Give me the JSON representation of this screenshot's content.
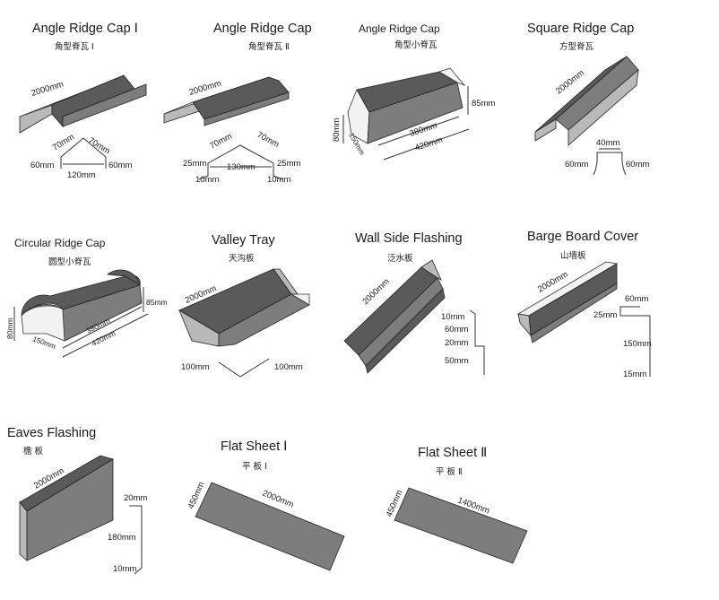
{
  "products": [
    {
      "id": "angle-ridge-cap-1",
      "title": "Angle Ridge Cap Ⅰ",
      "subtitle": "角型脊瓦 Ⅰ",
      "dims": [
        "2000mm",
        "70mm",
        "70mm",
        "60mm",
        "60mm",
        "120mm"
      ]
    },
    {
      "id": "angle-ridge-cap-2",
      "title": "Angle Ridge Cap",
      "subtitle": "角型脊瓦 Ⅱ",
      "dims": [
        "2000mm",
        "70mm",
        "70mm",
        "25mm",
        "25mm",
        "130mm",
        "10mm",
        "10mm"
      ]
    },
    {
      "id": "angle-ridge-cap-small",
      "title": "Angle Ridge Cap",
      "subtitle": "角型小脊瓦",
      "dims": [
        "85mm",
        "80mm",
        "150mm",
        "380mm",
        "420mm"
      ]
    },
    {
      "id": "square-ridge-cap",
      "title": "Square Ridge Cap",
      "subtitle": "方型脊瓦",
      "dims": [
        "2000mm",
        "40mm",
        "60mm",
        "60mm"
      ]
    },
    {
      "id": "circular-ridge-cap",
      "title": "Circular Ridge Cap",
      "subtitle": "圆型小脊瓦",
      "dims": [
        "85mm",
        "80mm",
        "150mm",
        "380mm",
        "420mm"
      ]
    },
    {
      "id": "valley-tray",
      "title": "Valley Tray",
      "subtitle": "天沟板",
      "dims": [
        "2000mm",
        "100mm",
        "100mm"
      ]
    },
    {
      "id": "wall-side-flashing",
      "title": "Wall Side Flashing",
      "subtitle": "泛水板",
      "dims": [
        "2000mm",
        "10mm",
        "60mm",
        "20mm",
        "50mm"
      ]
    },
    {
      "id": "barge-board-cover",
      "title": "Barge Board Cover",
      "subtitle": "山墙板",
      "dims": [
        "2000mm",
        "60mm",
        "25mm",
        "150mm",
        "15mm"
      ]
    },
    {
      "id": "eaves-flashing",
      "title": "Eaves Flashing",
      "subtitle": "檐 板",
      "dims": [
        "2000mm",
        "20mm",
        "180mm",
        "10mm"
      ]
    },
    {
      "id": "flat-sheet-1",
      "title": "Flat Sheet Ⅰ",
      "subtitle": "平 板 Ⅰ",
      "dims": [
        "450mm",
        "2000mm"
      ]
    },
    {
      "id": "flat-sheet-2",
      "title": "Flat Sheet Ⅱ",
      "subtitle": "平 板 Ⅱ",
      "dims": [
        "450mm",
        "1400mm"
      ]
    }
  ]
}
